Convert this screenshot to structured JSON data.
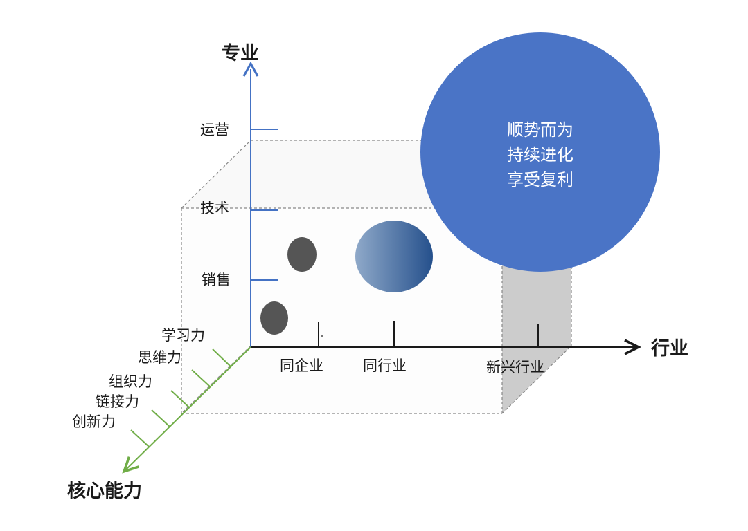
{
  "axes": {
    "vertical": {
      "title": "专业",
      "ticks": [
        "运营",
        "技术",
        "销售"
      ]
    },
    "horizontal": {
      "title": "行业",
      "ticks": [
        "同企业",
        "同行业",
        "新兴行业"
      ]
    },
    "diagonal": {
      "title": "核心能力",
      "ticks": [
        "学习力",
        "思维力",
        "组织力",
        "链接力",
        "创新力"
      ]
    }
  },
  "big_bubble": {
    "lines": [
      "顺势而为",
      "持续进化",
      "享受复利"
    ]
  },
  "colors": {
    "vertical_axis": "#4472c4",
    "horizontal_axis": "#1a1a1a",
    "diagonal_axis": "#70ad47",
    "big_bubble": "#4a74c6",
    "small_bubble": "#555555",
    "mid_bubble_gradient": [
      "#8fa9c9",
      "#25508c"
    ],
    "shadow_band": "#cccccc",
    "cube_edge": "#888888"
  }
}
